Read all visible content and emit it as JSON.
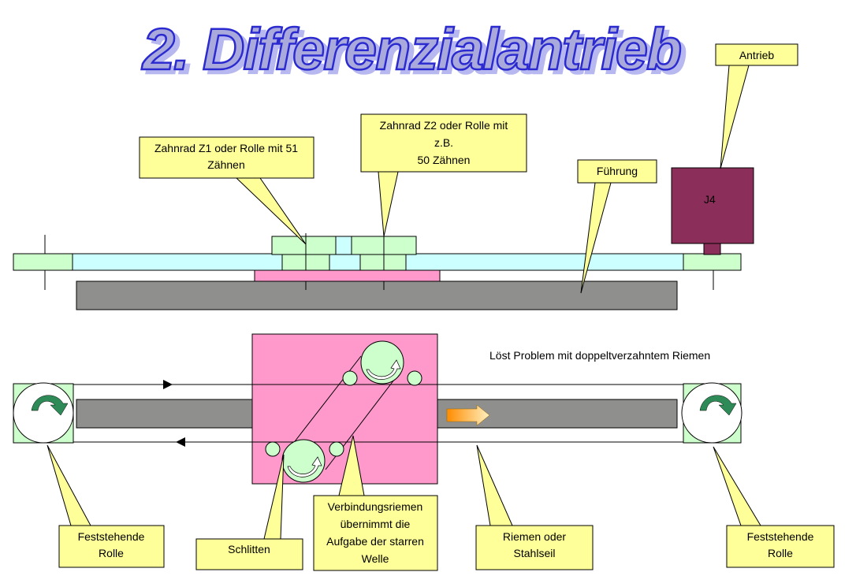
{
  "title": "2. Differenzialantrieb",
  "colors": {
    "callout": "#ffff99",
    "carriage": "#ff99cc",
    "rail": "#ccffff",
    "gear": "#ccffcc",
    "guide": "#8f908e",
    "motor": "#8b2f5a",
    "arrow": "#2e8b57"
  },
  "callouts": {
    "antrieb": "Antrieb",
    "z2": [
      "Zahnrad  Z2 oder Rolle mit",
      "z.B.",
      "50 Zähnen"
    ],
    "z1": [
      "Zahnrad Z1 oder Rolle mit 51",
      "Zähnen"
    ],
    "fuehrung": "Führung",
    "rolle_left": [
      "Feststehende",
      "Rolle"
    ],
    "schlitten": "Schlitten",
    "verbindungsriemen": [
      "Verbindungsriemen",
      "übernimmt die",
      "Aufgabe der starren",
      "Welle"
    ],
    "riemen": [
      "Riemen oder",
      "Stahlseil"
    ],
    "rolle_right": [
      "Feststehende",
      "Rolle"
    ]
  },
  "motor_label": "J4",
  "note": "Löst Problem mit doppeltverzahntem Riemen"
}
